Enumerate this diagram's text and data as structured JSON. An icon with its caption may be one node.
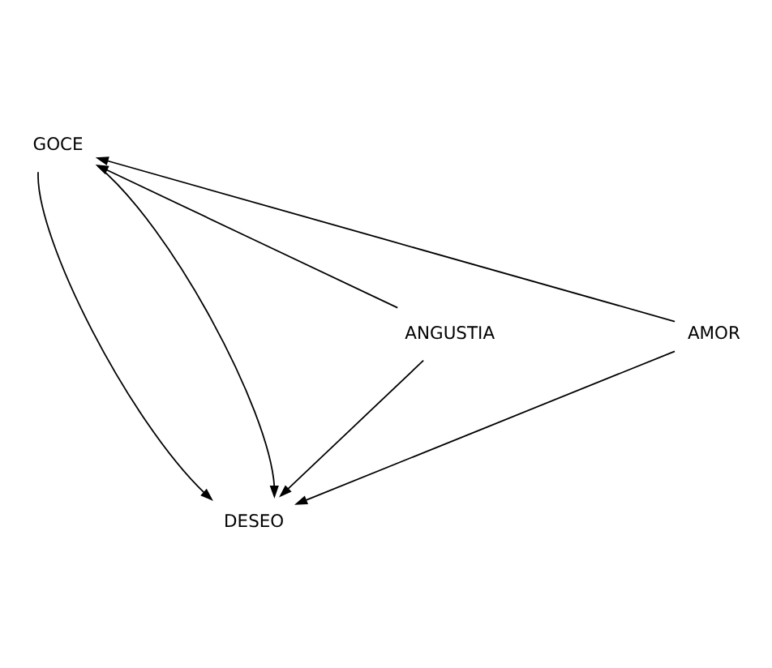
{
  "diagram": {
    "nodes": [
      {
        "text": [
          "GOCE"
        ]
      },
      {
        "text": [
          "ANGUSTIA"
        ]
      },
      {
        "text": [
          "AMOR"
        ]
      },
      {
        "text": [
          "DESEO"
        ]
      }
    ],
    "edges": [
      {
        "from": 1,
        "to": 0,
        "arrow": "to"
      },
      {
        "from": 2,
        "to": 0,
        "arrow": "to"
      },
      {
        "from": 0,
        "to": 3,
        "arrow": "to"
      },
      {
        "from": 0,
        "to": 3,
        "arrow": "to"
      },
      {
        "from": 1,
        "to": 3,
        "arrow": "to"
      },
      {
        "from": 2,
        "to": 3,
        "arrow": "to"
      }
    ]
  }
}
